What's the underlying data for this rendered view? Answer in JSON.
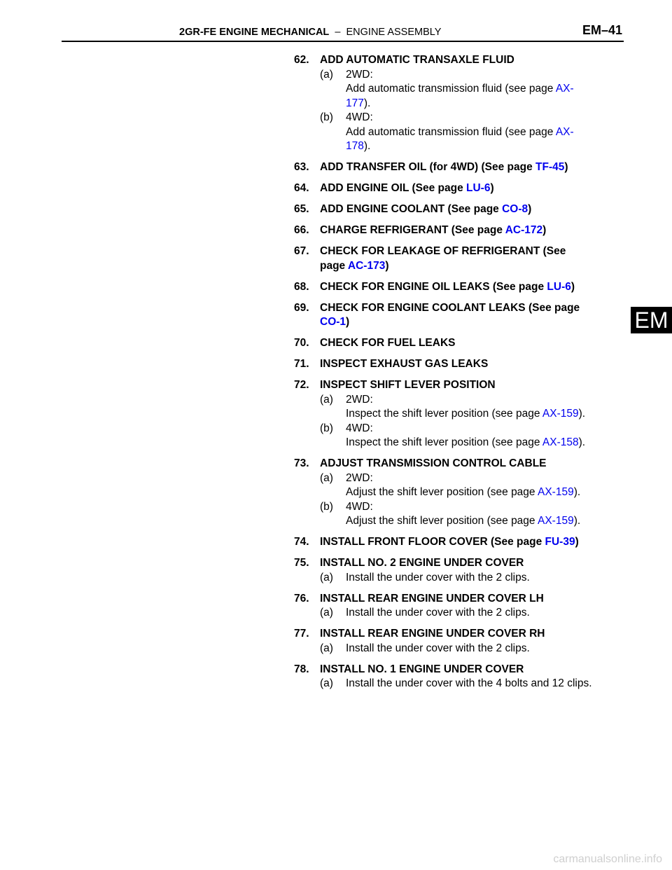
{
  "header": {
    "section": "2GR-FE ENGINE MECHANICAL",
    "separator": "–",
    "subsection": "ENGINE ASSEMBLY",
    "page": "EM–41"
  },
  "tab": "EM",
  "steps": [
    {
      "num": "62.",
      "title": "ADD AUTOMATIC TRANSAXLE FLUID",
      "subs": [
        {
          "label": "(a)",
          "text": "2WD:",
          "detail_pre": "Add automatic transmission fluid (see page ",
          "link_a": "AX-",
          "link_b": "177",
          "detail_post": ")."
        },
        {
          "label": "(b)",
          "text": "4WD:",
          "detail_pre": "Add automatic transmission fluid (see page ",
          "link_a": "AX-",
          "link_b": "178",
          "detail_post": ")."
        }
      ]
    },
    {
      "num": "63.",
      "pre": "ADD TRANSFER OIL (for 4WD) (See page ",
      "link": "TF-45",
      "post": ")"
    },
    {
      "num": "64.",
      "pre": "ADD ENGINE OIL (See page ",
      "link": "LU-6",
      "post": ")"
    },
    {
      "num": "65.",
      "pre": "ADD ENGINE COOLANT (See page ",
      "link": "CO-8",
      "post": ")"
    },
    {
      "num": "66.",
      "pre": "CHARGE REFRIGERANT (See page ",
      "link": "AC-172",
      "post": ")"
    },
    {
      "num": "67.",
      "pre": "CHECK FOR LEAKAGE OF REFRIGERANT (See",
      "pre2": "page ",
      "link": "AC-173",
      "post": ")"
    },
    {
      "num": "68.",
      "pre": "CHECK FOR ENGINE OIL LEAKS (See page ",
      "link": "LU-6",
      "post": ")"
    },
    {
      "num": "69.",
      "pre": "CHECK FOR ENGINE COOLANT LEAKS (See page",
      "link": "CO-1",
      "post": ")"
    },
    {
      "num": "70.",
      "title": "CHECK FOR FUEL LEAKS"
    },
    {
      "num": "71.",
      "title": "INSPECT EXHAUST GAS LEAKS"
    },
    {
      "num": "72.",
      "title": "INSPECT SHIFT LEVER POSITION",
      "subs": [
        {
          "label": "(a)",
          "text": "2WD:",
          "detail_pre": "Inspect the shift lever position (see page ",
          "link": "AX-159",
          "detail_post": ")."
        },
        {
          "label": "(b)",
          "text": "4WD:",
          "detail_pre": "Inspect the shift lever position (see page ",
          "link": "AX-158",
          "detail_post": ")."
        }
      ]
    },
    {
      "num": "73.",
      "title": "ADJUST TRANSMISSION CONTROL CABLE",
      "subs": [
        {
          "label": "(a)",
          "text": "2WD:",
          "detail_pre": "Adjust the shift lever position (see page ",
          "link": "AX-159",
          "detail_post": ")."
        },
        {
          "label": "(b)",
          "text": "4WD:",
          "detail_pre": "Adjust the shift lever position (see page ",
          "link": "AX-159",
          "detail_post": ")."
        }
      ]
    },
    {
      "num": "74.",
      "pre": "INSTALL FRONT FLOOR COVER (See page ",
      "link": "FU-39",
      "post": ")"
    },
    {
      "num": "75.",
      "title": "INSTALL NO. 2 ENGINE UNDER COVER",
      "subs": [
        {
          "label": "(a)",
          "text": "Install the under cover with the 2 clips."
        }
      ]
    },
    {
      "num": "76.",
      "title": "INSTALL REAR ENGINE UNDER COVER LH",
      "subs": [
        {
          "label": "(a)",
          "text": "Install the under cover with the 2 clips."
        }
      ]
    },
    {
      "num": "77.",
      "title": "INSTALL REAR ENGINE UNDER COVER RH",
      "subs": [
        {
          "label": "(a)",
          "text": "Install the under cover with the 2 clips."
        }
      ]
    },
    {
      "num": "78.",
      "title": "INSTALL NO. 1 ENGINE UNDER COVER",
      "subs": [
        {
          "label": "(a)",
          "text": "Install the under cover with the 4 bolts and 12 clips."
        }
      ]
    }
  ],
  "footer": "carmanualsonline.info",
  "colors": {
    "link": "#0000ee",
    "watermark": "#cfcfcf",
    "tab_bg": "#000000"
  }
}
